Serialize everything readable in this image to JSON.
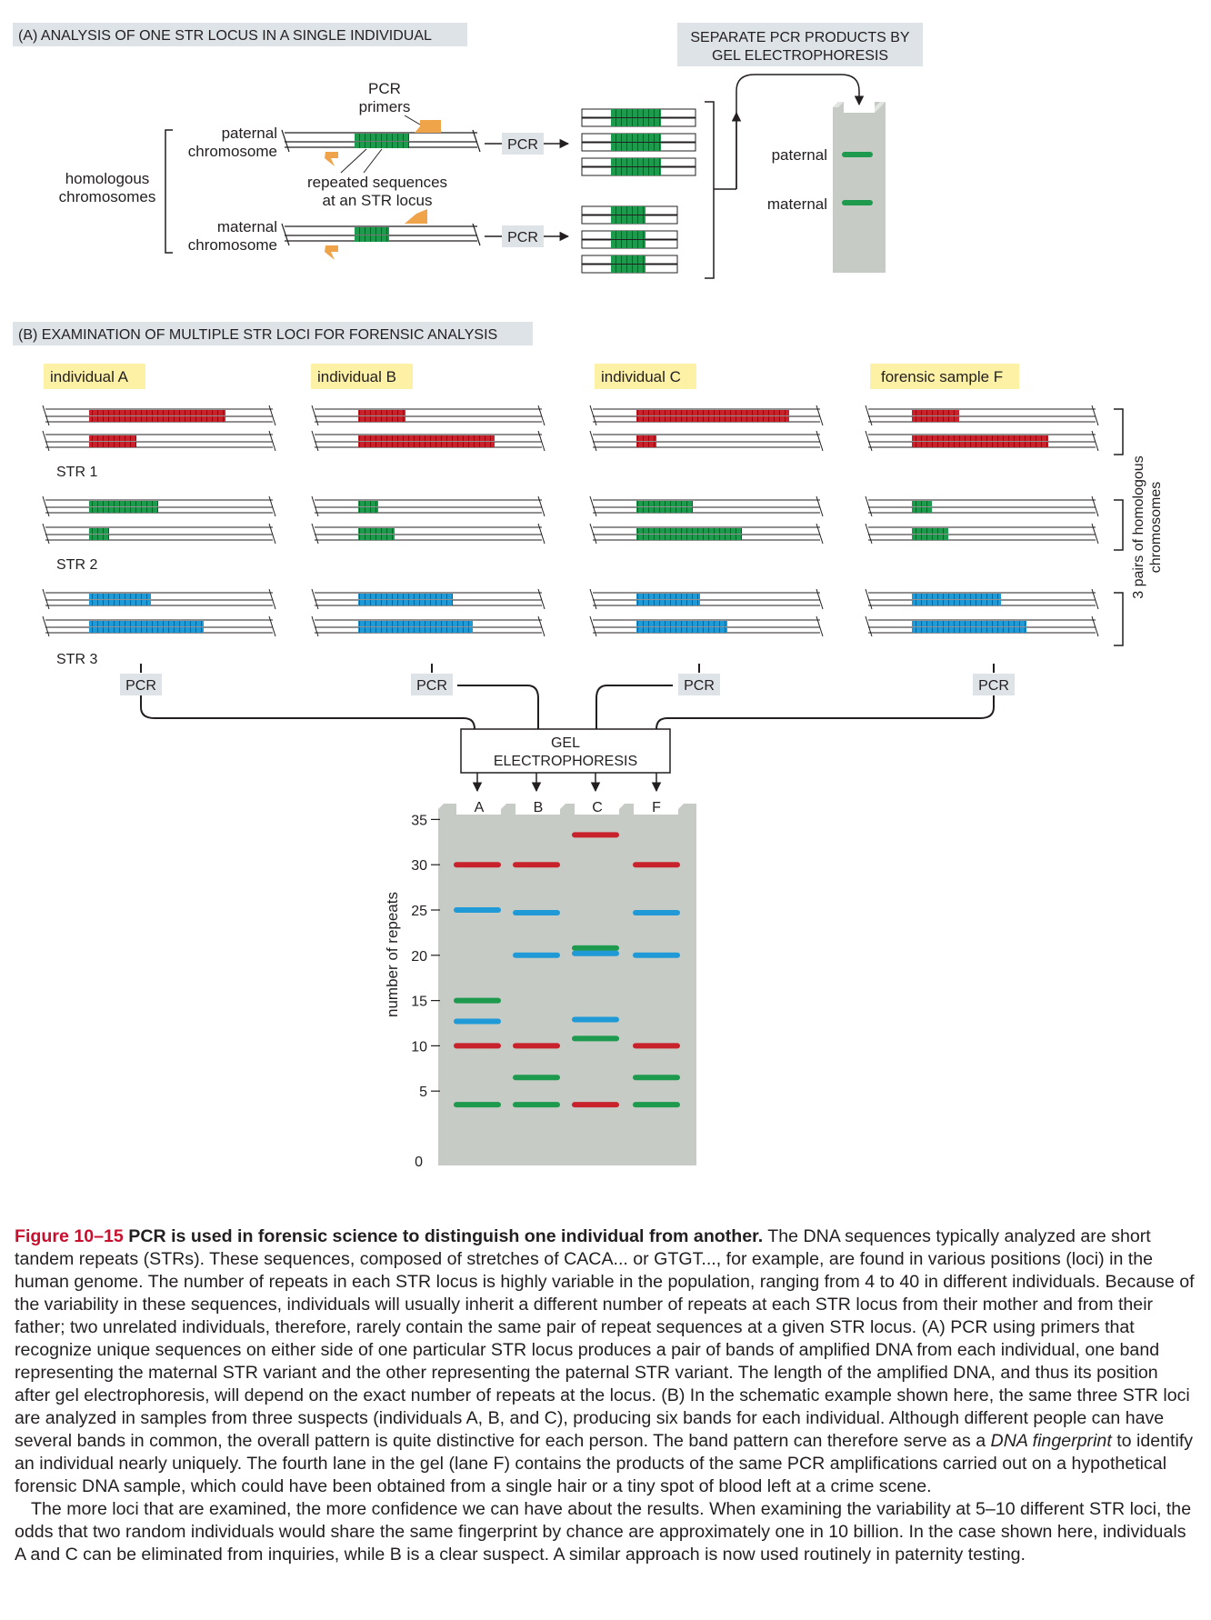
{
  "panel_a": {
    "header": "(A)  ANALYSIS OF ONE STR LOCUS IN A SINGLE INDIVIDUAL",
    "gel_header_line1": "SEPARATE PCR PRODUCTS BY",
    "gel_header_line2": "GEL ELECTROPHORESIS",
    "pcr_primers_line1": "PCR",
    "pcr_primers_line2": "primers",
    "paternal_line1": "paternal",
    "paternal_line2": "chromosome",
    "maternal_line1": "maternal",
    "maternal_line2": "chromosome",
    "homologous_line1": "homologous",
    "homologous_line2": "chromosomes",
    "repeated_line1": "repeated sequences",
    "repeated_line2": "at an STR locus",
    "pcr_label": "PCR",
    "gel_paternal": "paternal",
    "gel_maternal": "maternal"
  },
  "panel_b": {
    "header": "(B)  EXAMINATION OF MULTIPLE STR LOCI FOR FORENSIC ANALYSIS",
    "individuals": [
      "individual A",
      "individual B",
      "individual C",
      "forensic sample F"
    ],
    "loci": [
      "STR 1",
      "STR 2",
      "STR 3"
    ],
    "pcr_label": "PCR",
    "gel_box_line1": "GEL",
    "gel_box_line2": "ELECTROPHORESIS",
    "side_label_line1": "3 pairs of homologous",
    "side_label_line2": "chromosomes",
    "colors": {
      "STR 1": "#c8232c",
      "STR 2": "#1e9a4e",
      "STR 3": "#1f9ad6"
    }
  },
  "chart_data": {
    "type": "gel",
    "lanes": [
      "A",
      "B",
      "C",
      "F"
    ],
    "ylabel": "number of repeats",
    "yticks": [
      0,
      5,
      10,
      15,
      20,
      25,
      30,
      35
    ],
    "ylim": [
      0,
      37
    ],
    "bands": {
      "A": [
        {
          "repeats": 30,
          "locus": "STR 1"
        },
        {
          "repeats": 10,
          "locus": "STR 1"
        },
        {
          "repeats": 15,
          "locus": "STR 2"
        },
        {
          "repeats": 3.5,
          "locus": "STR 2"
        },
        {
          "repeats": 25,
          "locus": "STR 3"
        },
        {
          "repeats": 12.7,
          "locus": "STR 3"
        }
      ],
      "B": [
        {
          "repeats": 30,
          "locus": "STR 1"
        },
        {
          "repeats": 10,
          "locus": "STR 1"
        },
        {
          "repeats": 6.5,
          "locus": "STR 2"
        },
        {
          "repeats": 3.5,
          "locus": "STR 2"
        },
        {
          "repeats": 24.7,
          "locus": "STR 3"
        },
        {
          "repeats": 20,
          "locus": "STR 3"
        }
      ],
      "C": [
        {
          "repeats": 33.3,
          "locus": "STR 1"
        },
        {
          "repeats": 3.5,
          "locus": "STR 1"
        },
        {
          "repeats": 20.8,
          "locus": "STR 2"
        },
        {
          "repeats": 10.8,
          "locus": "STR 2"
        },
        {
          "repeats": 20.2,
          "locus": "STR 3"
        },
        {
          "repeats": 12.9,
          "locus": "STR 3"
        }
      ],
      "F": [
        {
          "repeats": 30,
          "locus": "STR 1"
        },
        {
          "repeats": 10,
          "locus": "STR 1"
        },
        {
          "repeats": 6.5,
          "locus": "STR 2"
        },
        {
          "repeats": 3.5,
          "locus": "STR 2"
        },
        {
          "repeats": 24.7,
          "locus": "STR 3"
        },
        {
          "repeats": 20,
          "locus": "STR 3"
        }
      ]
    }
  },
  "caption": {
    "fig_num": "Figure 10–15",
    "fig_title": "PCR is used in forensic science to distinguish one individual from another.",
    "para1_a": "The DNA sequences typically analyzed are short tandem repeats (STRs). These sequences, composed of stretches of CACA... or GTGT..., for example, are found in various positions (loci) in the human genome. The number of repeats in each STR locus is highly variable in the population, ranging from 4 to 40 in different individuals. Because of the variability in these sequences, individuals will usually inherit a different number of repeats at each STR locus from their mother and from their father; two unrelated individuals, therefore, rarely contain the same pair of repeat sequences at a given STR locus. (A) PCR using primers that recognize unique sequences on either side of one particular STR locus produces a pair of bands of amplified DNA from each individual, one band representing the maternal STR variant and the other representing the paternal STR variant. The length of the amplified DNA, and thus its position after gel electrophoresis, will depend on the exact number of repeats at the locus. (B) In the schematic example shown here, the same three STR loci are analyzed in samples from three suspects (individuals A, B, and C), producing six bands for each individual. Although different people can have several bands in common, the overall pattern is quite distinctive for each person. The band pattern can therefore serve as a ",
    "para1_em": "DNA fingerprint",
    "para1_b": " to identify an individual nearly uniquely. The fourth lane in the gel (lane F) contains the products of the same PCR amplifications carried out on a hypothetical forensic DNA sample, which could have been obtained from a single hair or a tiny spot of blood left at a crime scene.",
    "para2": "The more loci that are examined, the more confidence we can have about the results. When examining the variability at 5–10 different STR loci, the odds that two random individuals would share the same fingerprint by chance are approximately one in 10 billion. In the case shown here, individuals A and C can be eliminated from inquiries, while B is a clear suspect. A similar approach is now used routinely in paternity testing."
  }
}
